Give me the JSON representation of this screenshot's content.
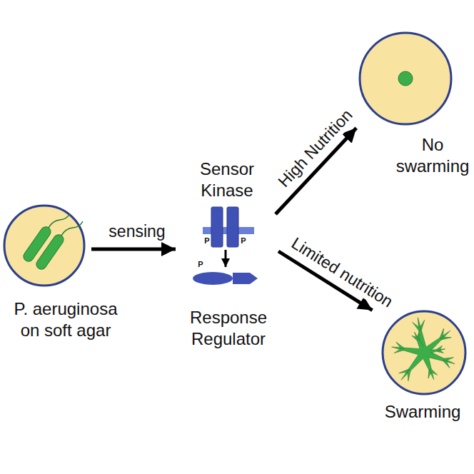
{
  "diagram": {
    "nodes": [
      {
        "text": [
          "P. aeruginosa on soft agar"
        ]
      },
      {
        "text": [
          "Sensor Kinase",
          "P",
          "P"
        ]
      },
      {
        "text": [
          "P",
          "Response Regulator"
        ]
      },
      {
        "text": [
          "No swarming"
        ]
      },
      {
        "text": [
          "Swarming"
        ]
      }
    ],
    "edges": [
      {
        "from": 0,
        "to": 1,
        "label": "sensing",
        "arrow": "to"
      },
      {
        "from": 1,
        "to": 2,
        "arrow": "to"
      },
      {
        "from": 1,
        "to": 3,
        "label": "High Nutrition",
        "arrow": "to"
      },
      {
        "from": 1,
        "to": 4,
        "label": "Limited nutrition",
        "arrow": "to"
      }
    ]
  }
}
